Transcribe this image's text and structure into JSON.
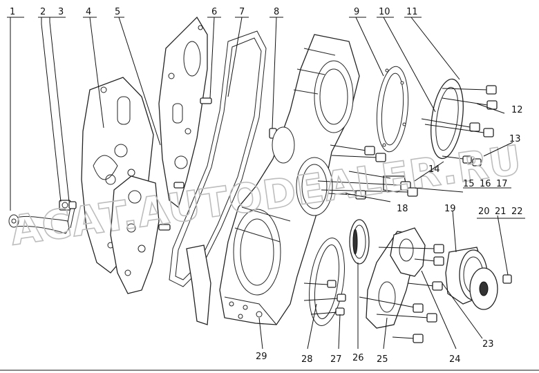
{
  "diagram": {
    "watermark": "ACAT.AUTODEALER.RU",
    "callouts": [
      {
        "id": "c1",
        "text": "1"
      },
      {
        "id": "c2",
        "text": "2"
      },
      {
        "id": "c3",
        "text": "3"
      },
      {
        "id": "c4",
        "text": "4"
      },
      {
        "id": "c5",
        "text": "5"
      },
      {
        "id": "c6",
        "text": "6"
      },
      {
        "id": "c7",
        "text": "7"
      },
      {
        "id": "c8",
        "text": "8"
      },
      {
        "id": "c9",
        "text": "9"
      },
      {
        "id": "c10",
        "text": "10"
      },
      {
        "id": "c11",
        "text": "11"
      },
      {
        "id": "c12",
        "text": "12"
      },
      {
        "id": "c13",
        "text": "13"
      },
      {
        "id": "c14",
        "text": "14"
      },
      {
        "id": "c15",
        "text": "15"
      },
      {
        "id": "c16",
        "text": "16"
      },
      {
        "id": "c17",
        "text": "17"
      },
      {
        "id": "c18",
        "text": "18"
      },
      {
        "id": "c19",
        "text": "19"
      },
      {
        "id": "c20",
        "text": "20"
      },
      {
        "id": "c21",
        "text": "21"
      },
      {
        "id": "c22",
        "text": "22"
      },
      {
        "id": "c23",
        "text": "23"
      },
      {
        "id": "c24",
        "text": "24"
      },
      {
        "id": "c25",
        "text": "25"
      },
      {
        "id": "c26",
        "text": "26"
      },
      {
        "id": "c27",
        "text": "27"
      },
      {
        "id": "c28",
        "text": "28"
      },
      {
        "id": "c29",
        "text": "29"
      }
    ]
  }
}
